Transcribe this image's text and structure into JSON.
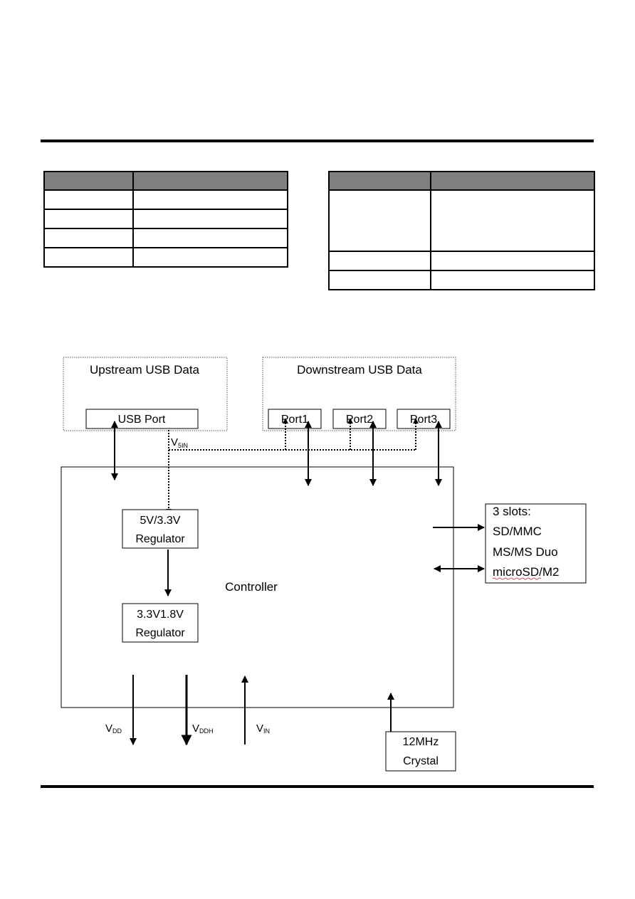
{
  "diagram": {
    "upstream": {
      "title": "Upstream USB Data",
      "port": "USB Port"
    },
    "downstream": {
      "title": "Downstream USB Data",
      "ports": [
        "Port1",
        "Port2",
        "Port3"
      ]
    },
    "v5in": {
      "main": "V",
      "sub": "5IN"
    },
    "regulator_5v": {
      "line1": "5V/3.3V",
      "line2": "Regulator"
    },
    "regulator_3v3": {
      "line1": "3.3V1.8V",
      "line2": "Regulator"
    },
    "controller_label": "Controller",
    "slots": {
      "line1": "3 slots:",
      "line2": "SD/MMC",
      "line3": "MS/MS Duo",
      "line4": "microSD/M2"
    },
    "crystal": {
      "line1": "12MHz",
      "line2": "Crystal"
    },
    "vdd": {
      "main": "V",
      "sub": "DD"
    },
    "vddh": {
      "main": "V",
      "sub": "DDH"
    },
    "vin": {
      "main": "V",
      "sub": "IN"
    }
  },
  "colors": {
    "table_header": "#808080",
    "line": "#000000",
    "dotted_box": "#555555"
  }
}
